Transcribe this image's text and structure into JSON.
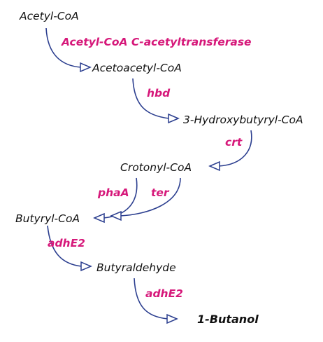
{
  "colors": {
    "enzyme": "#d6187a",
    "arrow": "#2b3e8f",
    "text": "#111111"
  },
  "metabolites": [
    "Acetyl-CoA",
    "Acetoacetyl-CoA",
    "3-Hydroxybutyryl-CoA",
    "Crotonyl-CoA",
    "Butyryl-CoA",
    "Butyraldehyde"
  ],
  "product": "1-Butanol",
  "enzymes": [
    "Acetyl-CoA C-acetyltransferase",
    "hbd",
    "crt",
    "phaA",
    "ter",
    "adhE2",
    "adhE2"
  ]
}
